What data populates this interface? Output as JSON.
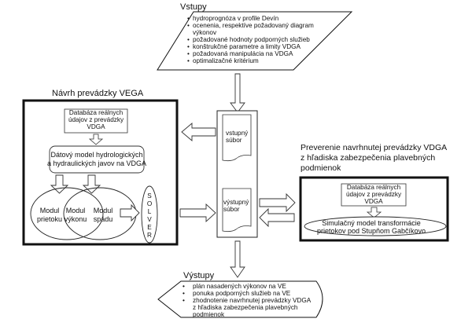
{
  "inputs": {
    "title": "Vstupy",
    "items": [
      "hydroprognóza v profile Devín",
      "ocenenia, respektíve požadovaný diagram",
      "výkonov",
      "požadované hodnoty podporných služieb",
      "konštrukčné parametre a limity VDGA",
      "požadovaná manipulácia na VDGA",
      "optimalizačné kritérium"
    ],
    "bullet": "•"
  },
  "design": {
    "title": "Návrh prevádzky VEGA",
    "database": [
      "Databáza reálnych",
      "údajov z prevádzky",
      "VDGA"
    ],
    "data_model": [
      "Dátový model hydrologických",
      "a hydraulických javov na VDGA"
    ],
    "module_flow": [
      "Modul",
      "prietoku"
    ],
    "module_power": [
      "Modul",
      "výkonu"
    ],
    "module_head": [
      "Modul",
      "spádu"
    ],
    "solver": [
      "S",
      "O",
      "L",
      "V",
      "E",
      "R"
    ]
  },
  "files": {
    "input_file": [
      "vstupný",
      "súbor"
    ],
    "output_file": [
      "výstupný",
      "súbor"
    ]
  },
  "verification": {
    "title": [
      "Preverenie navrhnutej prevádzky VDGA",
      "z hľadiska zabezpečenia plavebných",
      "podmienok"
    ],
    "database": [
      "Databáza reálnych",
      "údajov z prevádzky",
      "VDGA"
    ],
    "sim_model": [
      "Simulačný model transformácie",
      "prietokov pod Stupňom Gabčíkovo"
    ]
  },
  "outputs": {
    "title": "Výstupy",
    "items": [
      "plán nasadených výkonov na VE",
      "ponuka podporných služieb na VE",
      "zhodnotenie navrhnutej prevádzky VDGA",
      "z hľadiska zabezpečenia plavebných",
      "podmienok"
    ],
    "bullet": "•"
  }
}
